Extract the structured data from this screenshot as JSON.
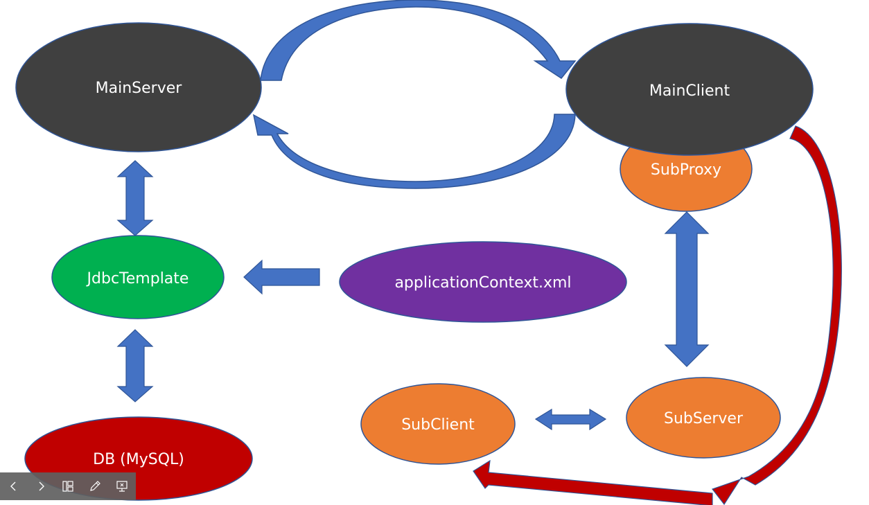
{
  "diagram": {
    "nodes": [
      {
        "id": "mainserver",
        "label": "MainServer",
        "color": "#404040"
      },
      {
        "id": "mainclient",
        "label": "MainClient",
        "color": "#404040"
      },
      {
        "id": "subproxy",
        "label": "SubProxy",
        "color": "#ED7D31"
      },
      {
        "id": "jdbctemplate",
        "label": "JdbcTemplate",
        "color": "#00B050"
      },
      {
        "id": "appcontext",
        "label": "applicationContext.xml",
        "color": "#7030A0"
      },
      {
        "id": "subclient",
        "label": "SubClient",
        "color": "#ED7D31"
      },
      {
        "id": "subserver",
        "label": "SubServer",
        "color": "#ED7D31"
      },
      {
        "id": "db",
        "label": "DB (MySQL)",
        "color": "#C00000"
      }
    ],
    "edges": [
      {
        "from": "mainserver",
        "to": "mainclient",
        "style": "curved-arrow"
      },
      {
        "from": "mainclient",
        "to": "mainserver",
        "style": "curved-arrow"
      },
      {
        "from": "mainserver",
        "to": "jdbctemplate",
        "style": "double-arrow"
      },
      {
        "from": "appcontext",
        "to": "jdbctemplate",
        "style": "block-arrow"
      },
      {
        "from": "jdbctemplate",
        "to": "db",
        "style": "double-arrow"
      },
      {
        "from": "subproxy",
        "to": "subserver",
        "style": "double-arrow"
      },
      {
        "from": "subclient",
        "to": "subserver",
        "style": "double-arrow"
      },
      {
        "from": "mainclient",
        "to": "subclient",
        "style": "curved-arrow-red"
      }
    ],
    "colors": {
      "arrow_blue": "#4472C4",
      "arrow_blue_dark": "#2F5597",
      "arrow_red": "#C00000",
      "outline_blue": "#2F5597"
    }
  },
  "toolbar": {
    "buttons": [
      {
        "icon": "chevron-left-icon"
      },
      {
        "icon": "chevron-right-icon"
      },
      {
        "icon": "slide-sorter-icon"
      },
      {
        "icon": "pen-icon"
      },
      {
        "icon": "screen-icon"
      }
    ]
  }
}
